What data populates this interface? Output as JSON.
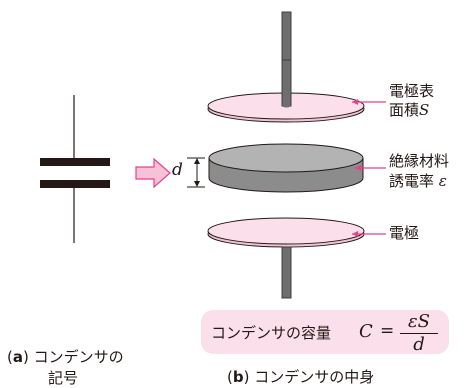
{
  "symbol_caption": {
    "tag": "a",
    "line1": "コンデンサの",
    "line2": "記号"
  },
  "detail_caption": {
    "tag": "b",
    "text": "コンデンサの中身"
  },
  "labels": {
    "plate_area_line1": "電極表",
    "plate_area_line2": "面積",
    "plate_area_var": "S",
    "dielectric_line1": "絶縁材料",
    "dielectric_line2": "誘電率",
    "dielectric_var": "ε",
    "electrode": "電極",
    "gap_var": "d"
  },
  "formula": {
    "label": "コンデンサの容量",
    "lhs": "C",
    "equals": "=",
    "numerator": "εS",
    "denominator": "d"
  },
  "colors": {
    "plate_fill": "#fbe0ec",
    "dielectric_fill": "#a6a6a6",
    "pin_fill": "#6e6e6e",
    "accent_pink": "#e8408a",
    "arrow_fill": "#f7c2d8"
  }
}
